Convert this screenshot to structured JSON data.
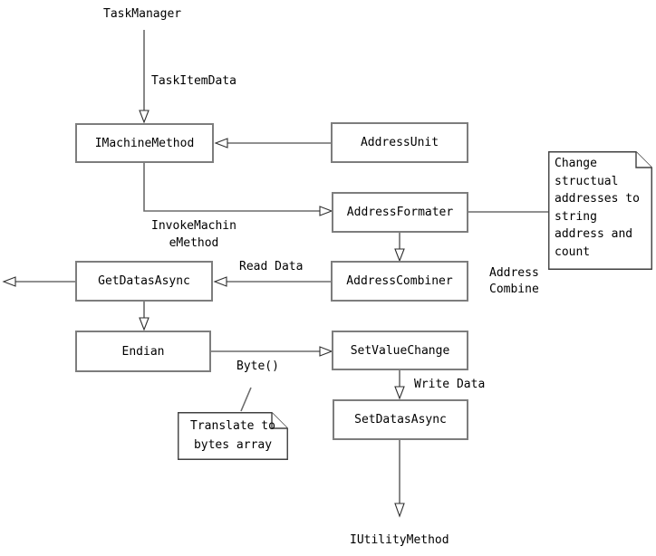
{
  "background": "#ffffff",
  "colors": {
    "box_border": "#7d7d7d",
    "line": "#6b6b6b",
    "arrowhead_outline": "#2e2e2e",
    "text": "#000000"
  },
  "nodes": {
    "task_manager": "TaskManager",
    "imachine_method": "IMachineMethod",
    "address_unit": "AddressUnit",
    "address_formater": "AddressFormater",
    "get_datas_async": "GetDatasAsync",
    "address_combiner": "AddressCombiner",
    "endian": "Endian",
    "set_value_change": "SetValueChange",
    "set_datas_async": "SetDatasAsync",
    "iutility_method": "IUtilityMethod"
  },
  "edge_labels": {
    "task_item_data": "TaskItemData",
    "invoke_machine_method": "InvokeMachin\neMethod",
    "read_data": "Read Data",
    "address_combine": "Address\nCombine",
    "byte": "Byte()",
    "write_data": "Write Data"
  },
  "notes": {
    "change_structural": "Change\nstructual\naddresses to\nstring\naddress and\ncount",
    "translate_bytes": "Translate to\nbytes array"
  }
}
